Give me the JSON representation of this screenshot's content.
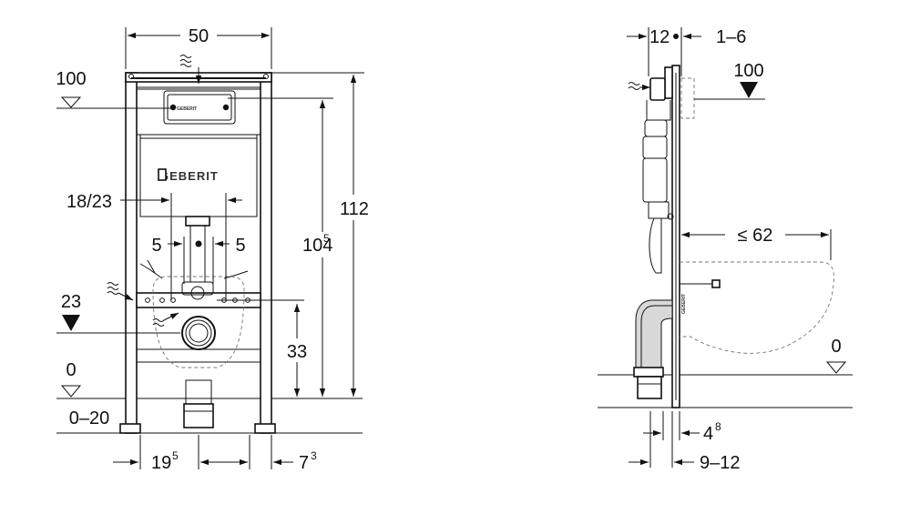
{
  "brand": "GEBERIT",
  "front_view": {
    "width": "50",
    "flush_plate_level": "100",
    "mount_spacing": "18/23",
    "offset_left": "5",
    "offset_right": "5",
    "inner_height": "104",
    "inner_height_sup": "5",
    "total_height": "112",
    "drain_level": "23",
    "drain_height": "33",
    "floor_level": "0",
    "floor_adjust": "0–20",
    "foot_width": "19",
    "foot_width_sup": "5",
    "foot_offset": "7",
    "foot_offset_sup": "3"
  },
  "side_view": {
    "top_depth": "12",
    "top_adjust": "1–6",
    "flush_plate_level": "100",
    "bowl_projection": "≤ 62",
    "floor_level": "0",
    "wall_gap": "4",
    "wall_gap_sup": "8",
    "wall_depth": "9–12"
  }
}
